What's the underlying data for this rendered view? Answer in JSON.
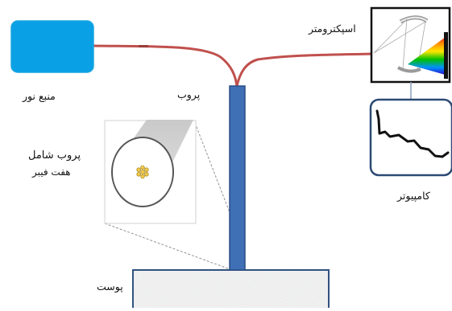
{
  "labels": {
    "light_source": "منبع نور",
    "probe": "پروب",
    "spectrometer": "اسپکترومتر",
    "fiber_probe_line1": "پروب شامل",
    "fiber_probe_line2": "هفت فیبر",
    "computer": "کامپیوتر",
    "skin": "پوست"
  },
  "fiber_count": 7,
  "colors": {
    "light_source_fill": "#0aa0e6",
    "light_source_border": "#1aa6df",
    "fiber_cable": "#c0504d",
    "probe_body": "#3f6fb4",
    "probe_border": "#2a4f86",
    "monitor_border": "#2c4a75",
    "spectrometer_border": "#111111",
    "fiber_core": "#f1c84b",
    "skin_border": "#31527f",
    "spectrum": [
      "#ff0000",
      "#ff8c00",
      "#ffe600",
      "#00c000",
      "#0090ff",
      "#3000c0"
    ]
  },
  "icons": {
    "light_source": "light-source-icon",
    "spectrometer": "spectrometer-icon",
    "computer": "computer-monitor-icon",
    "probe": "probe-icon",
    "fiber_cross_section": "fiber-cross-section-icon",
    "skin": "skin-sample-icon"
  }
}
